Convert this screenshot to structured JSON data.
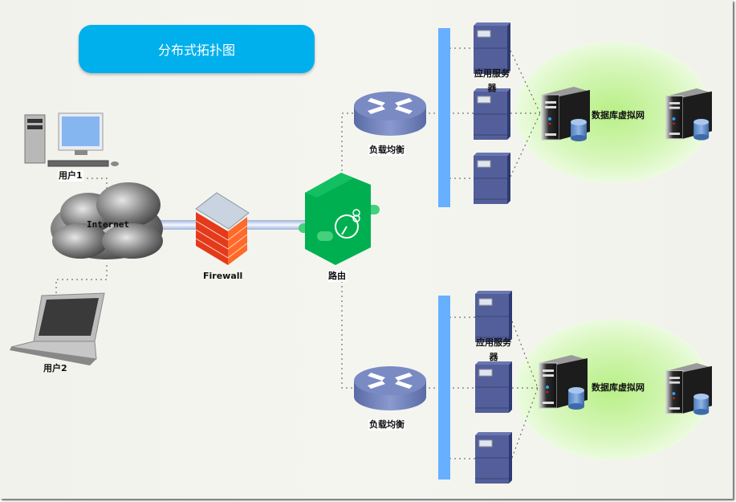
{
  "diagram": {
    "title": "分布式拓扑图",
    "nodes": {
      "user1": {
        "label": "用户1",
        "icon": "desktop-computer-icon"
      },
      "user2": {
        "label": "用户2",
        "icon": "laptop-icon"
      },
      "internet": {
        "label": "Internet",
        "icon": "cloud-icon"
      },
      "firewall": {
        "label": "Firewall",
        "icon": "firewall-icon"
      },
      "router": {
        "label": "路由",
        "icon": "router-icon"
      },
      "lb_top": {
        "label": "负载均衡",
        "icon": "load-balancer-icon"
      },
      "lb_bottom": {
        "label": "负载均衡",
        "icon": "load-balancer-icon"
      },
      "app_top": {
        "label": "应用服务器",
        "count": 3,
        "icon": "app-server-icon"
      },
      "app_bottom": {
        "label": "应用服务器",
        "count": 3,
        "icon": "app-server-icon"
      },
      "db_top": {
        "label": "数据库虚拟网",
        "servers": 2,
        "icon": "database-server-icon"
      },
      "db_bottom": {
        "label": "数据库虚拟网",
        "servers": 2,
        "icon": "database-server-icon"
      }
    },
    "edges": [
      [
        "user1",
        "internet"
      ],
      [
        "user2",
        "internet"
      ],
      [
        "internet",
        "firewall"
      ],
      [
        "firewall",
        "router"
      ],
      [
        "router",
        "lb_top"
      ],
      [
        "router",
        "lb_bottom"
      ],
      [
        "lb_top",
        "app_top"
      ],
      [
        "lb_bottom",
        "app_bottom"
      ],
      [
        "app_top",
        "db_top"
      ],
      [
        "app_bottom",
        "db_bottom"
      ]
    ],
    "colors": {
      "title_bg": "#00b0ec",
      "bus": "#66b0ff",
      "app_server": "#535f9a",
      "router": "#00b050",
      "db_zone": "#c6f5a0",
      "load_balancer": "#6f7fb5"
    }
  }
}
